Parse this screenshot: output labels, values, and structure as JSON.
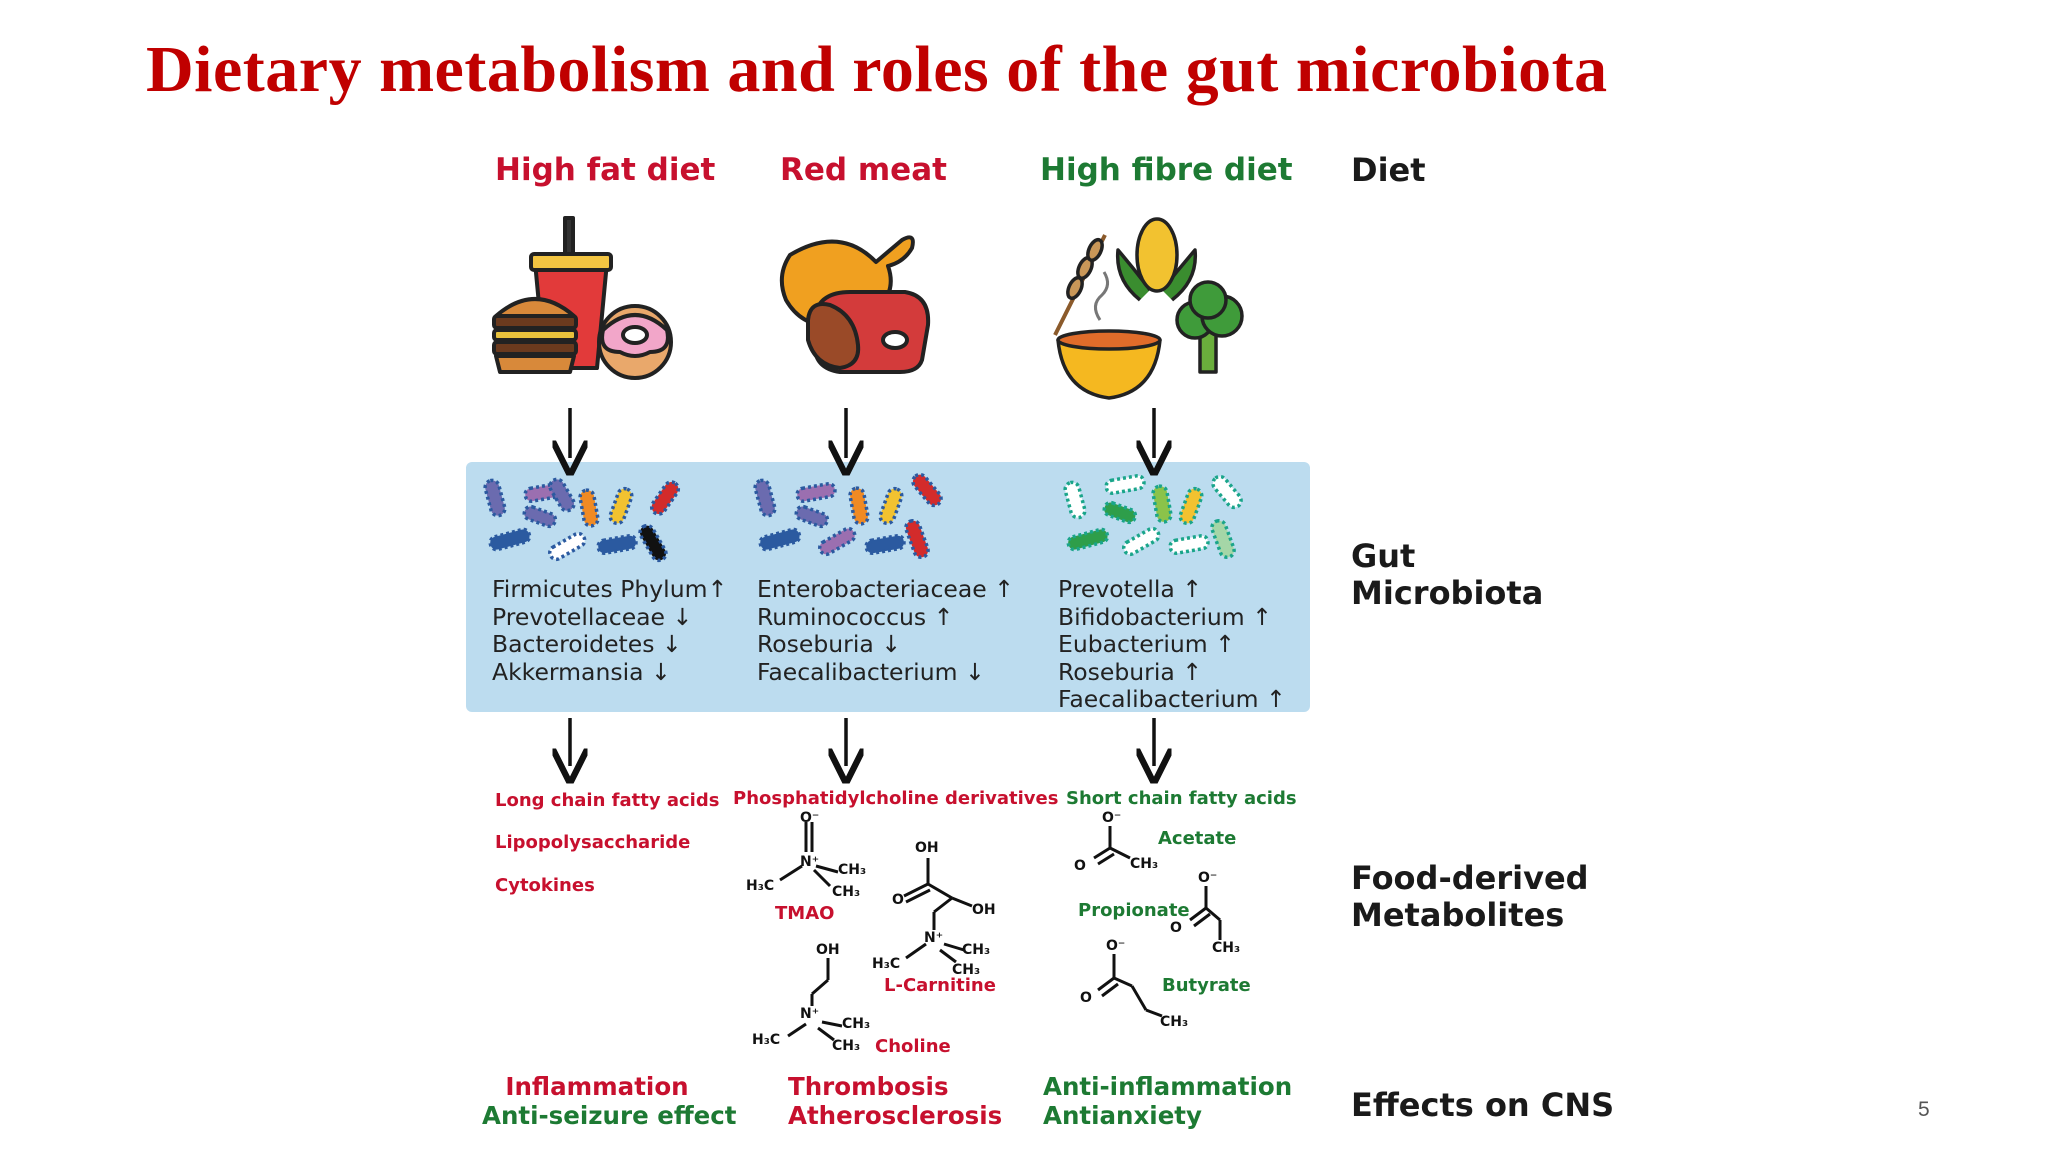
{
  "title": "Dietary metabolism and roles of the gut microbiota",
  "page_number": "5",
  "columns": [
    {
      "diet": "High fat diet",
      "color": "#c7102e",
      "microbes": [
        "Firmicutes Phylum↑",
        "Prevotellaceae ↓",
        "Bacteroidetes ↓",
        "Akkermansia ↓"
      ],
      "metabolites": [
        "Long chain fatty acids",
        "Lipopolysaccharide",
        "Cytokines"
      ],
      "effects": [
        "Inflammation",
        "Anti-seizure effect"
      ],
      "effect_colors": [
        "#c7102e",
        "#1d7a33"
      ]
    },
    {
      "diet": "Red meat",
      "color": "#c7102e",
      "microbes": [
        "Enterobacteriaceae ↑",
        "Ruminococcus ↑",
        "Roseburia ↓",
        "Faecalibacterium ↓"
      ],
      "metabolite_heading": "Phosphatidylcholine derivatives",
      "compounds": [
        "TMAO",
        "L-Carnitine",
        "Choline"
      ],
      "effects": [
        "Thrombosis",
        "Atherosclerosis"
      ],
      "effect_colors": [
        "#c7102e",
        "#c7102e"
      ]
    },
    {
      "diet": "High fibre diet",
      "color": "#1d7a33",
      "microbes": [
        "Prevotella ↑",
        "Bifidobacterium ↑",
        "Eubacterium ↑",
        "Roseburia ↑",
        "Faecalibacterium ↑"
      ],
      "metabolite_heading": "Short chain fatty acids",
      "compounds": [
        "Acetate",
        "Propionate",
        "Butyrate"
      ],
      "effects": [
        "Anti-inflammation",
        "Antianxiety"
      ],
      "effect_colors": [
        "#1d7a33",
        "#1d7a33"
      ]
    }
  ],
  "row_labels": {
    "diet": "Diet",
    "microbiota": [
      "Gut",
      "Microbiota"
    ],
    "metabolites": [
      "Food-derived",
      "Metabolites"
    ],
    "effects": "Effects on CNS"
  },
  "chem_labels": {
    "o_minus": "O⁻",
    "n": "N",
    "n_plus": "N⁺",
    "ch3": "CH₃",
    "h3c": "H₃C",
    "oh": "OH",
    "o": "O"
  },
  "icons": [
    "fast-food-icon",
    "meat-icon",
    "grain-vegetable-soup-icon",
    "bacteria-icon"
  ]
}
